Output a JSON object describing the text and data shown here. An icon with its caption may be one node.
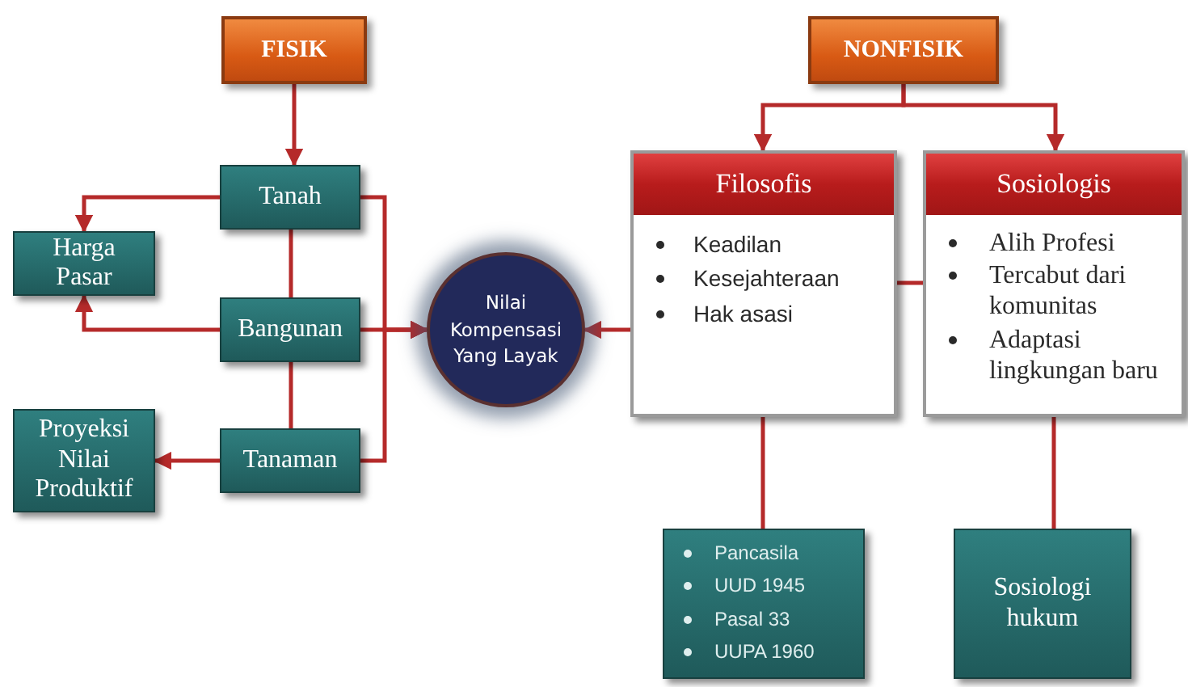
{
  "diagram": {
    "nodes": [
      {
        "text": [
          "FISIK"
        ]
      },
      {
        "text": [
          "Tanah"
        ]
      },
      {
        "text": [
          "Harga Pasar"
        ]
      },
      {
        "text": [
          "Bangunan"
        ]
      },
      {
        "text": [
          "Proyeksi Nilai Produktif"
        ]
      },
      {
        "text": [
          "Tanaman"
        ]
      },
      {
        "text": [
          "Nilai Kompensasi Yang Layak"
        ]
      },
      {
        "text": [
          "NONFISIK"
        ]
      },
      {
        "text": [
          "Filosofis",
          "Keadilan",
          "Kesejahteraan",
          "Hak asasi"
        ]
      },
      {
        "text": [
          "Sosiologis",
          "Alih Profesi",
          "Tercabut dari komunitas",
          "Adaptasi lingkungan baru"
        ]
      },
      {
        "text": [
          "Pancasila",
          "UUD 1945",
          "Pasal 33",
          "UUPA 1960"
        ]
      },
      {
        "text": [
          "Sosiologi hukum"
        ]
      }
    ],
    "edges": [
      {
        "from": 0,
        "to": 1,
        "arrow": "to"
      },
      {
        "from": 1,
        "to": 2,
        "arrow": "to"
      },
      {
        "from": 3,
        "to": 2,
        "arrow": "to"
      },
      {
        "from": 5,
        "to": 4,
        "arrow": "to"
      },
      {
        "from": 1,
        "to": 3,
        "arrow": "none"
      },
      {
        "from": 3,
        "to": 5,
        "arrow": "none"
      },
      {
        "from": 1,
        "to": 6,
        "arrow": "to"
      },
      {
        "from": 3,
        "to": 6,
        "arrow": "to"
      },
      {
        "from": 5,
        "to": 6,
        "arrow": "to"
      },
      {
        "from": 7,
        "to": 8,
        "arrow": "to"
      },
      {
        "from": 7,
        "to": 9,
        "arrow": "to"
      },
      {
        "from": 8,
        "to": 6,
        "arrow": "to"
      },
      {
        "from": 9,
        "to": 8,
        "arrow": "none"
      },
      {
        "from": 8,
        "to": 10,
        "arrow": "none"
      },
      {
        "from": 9,
        "to": 11,
        "arrow": "none"
      }
    ]
  }
}
